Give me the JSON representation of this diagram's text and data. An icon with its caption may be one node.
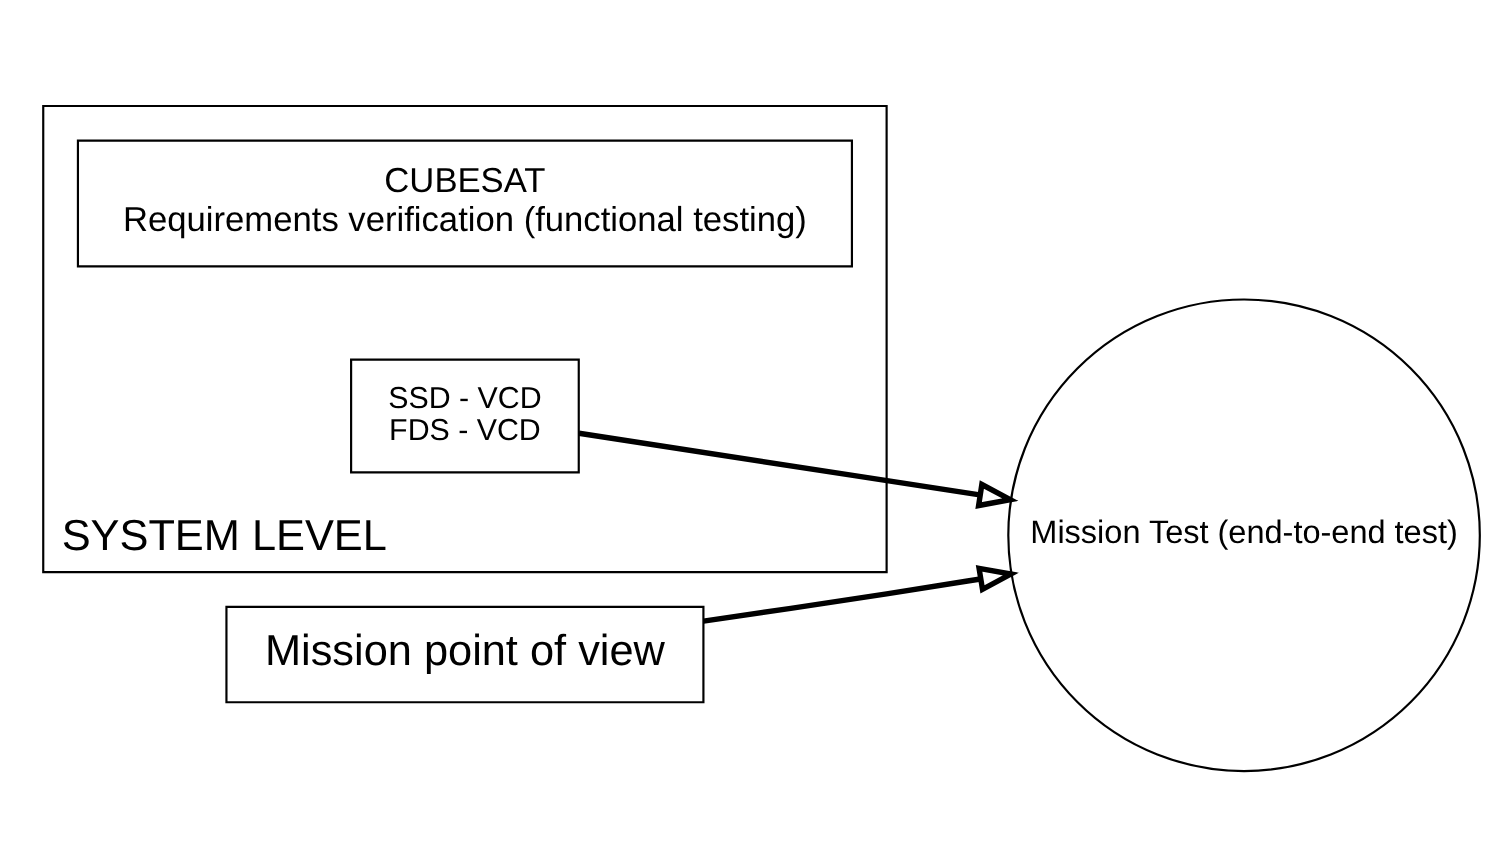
{
  "diagram": {
    "nodes": [
      {
        "text": [
          "SYSTEM LEVEL"
        ]
      },
      {
        "text": [
          "CUBESAT",
          "Requirements verification (functional testing)"
        ],
        "in": 0
      },
      {
        "text": [
          "SSD - VCD",
          "FDS - VCD"
        ],
        "in": 0
      },
      {
        "text": [
          "Mission point of view"
        ]
      },
      {
        "text": [
          "Mission Test (end-to-end test)"
        ]
      }
    ],
    "edges": [
      {
        "from": 2,
        "to": 4,
        "arrow": "to"
      },
      {
        "from": 3,
        "to": 4,
        "arrow": "to"
      }
    ]
  }
}
